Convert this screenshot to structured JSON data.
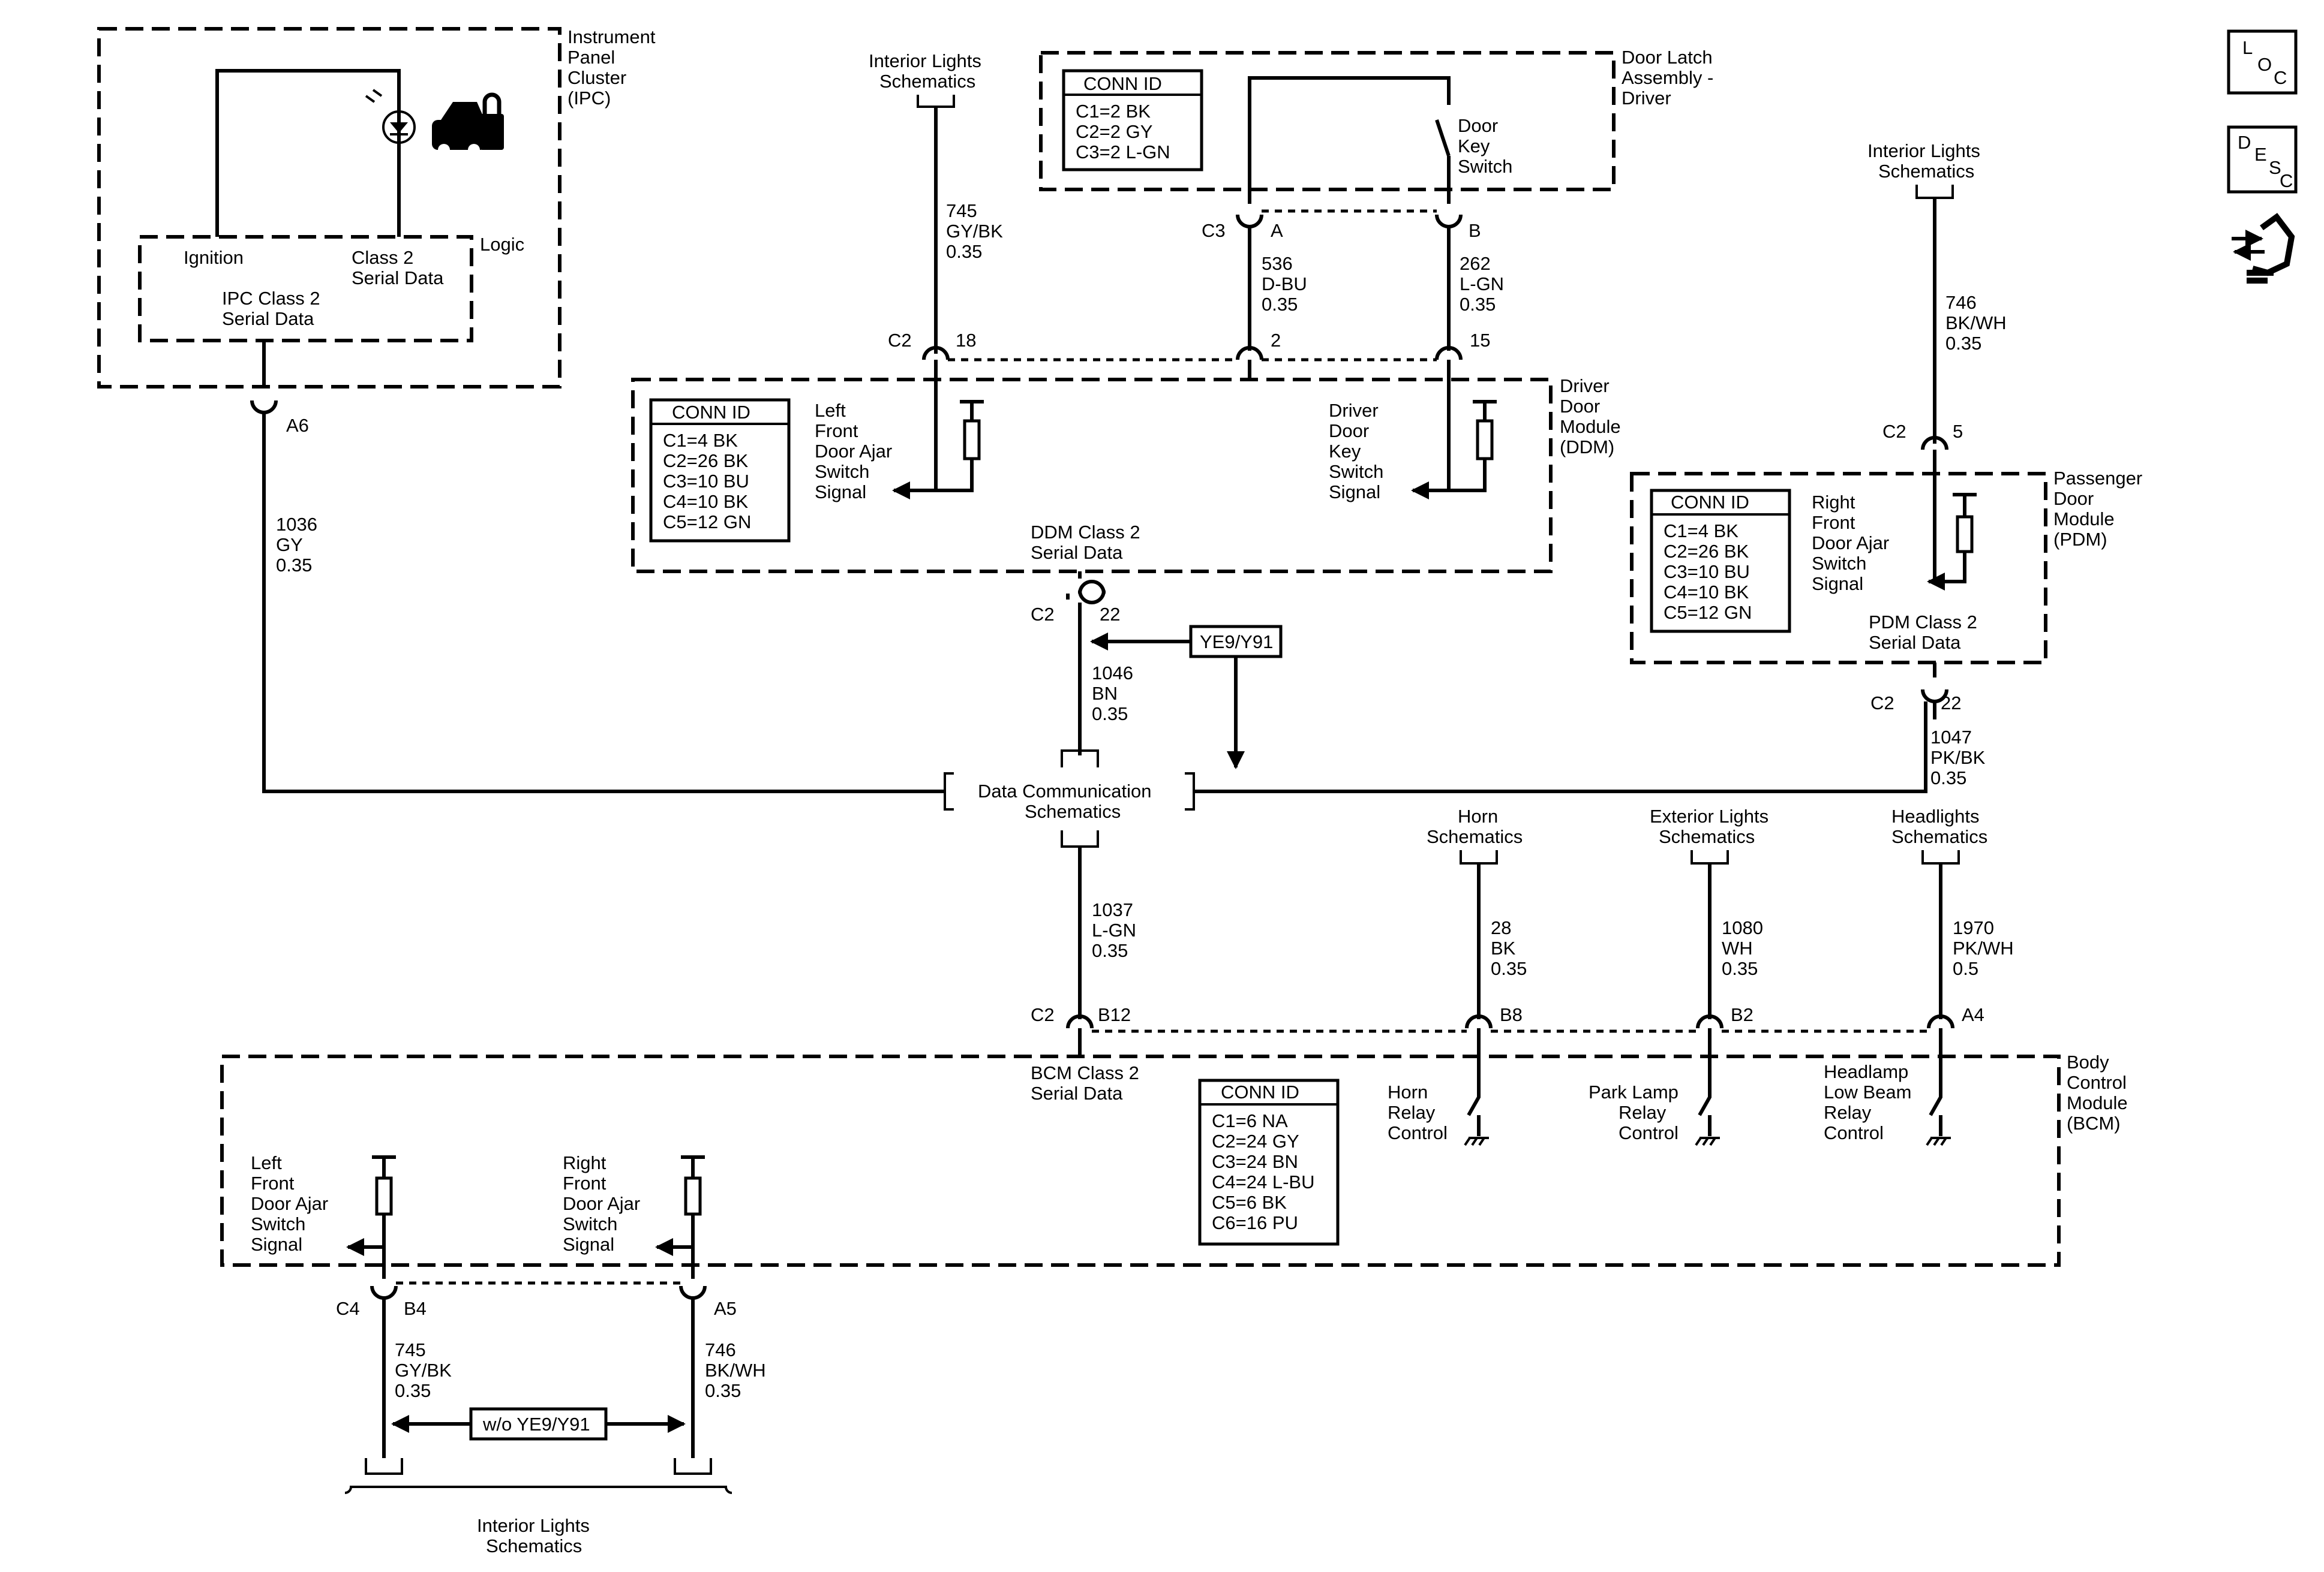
{
  "ipc": {
    "name": [
      "Instrument",
      "Panel",
      "Cluster",
      "(IPC)"
    ],
    "logic": "Logic",
    "ignition": "Ignition",
    "class2": [
      "Class 2",
      "Serial Data"
    ],
    "serial": [
      "IPC Class 2",
      "Serial Data"
    ],
    "pin": "A6",
    "wire": [
      "1036",
      "GY",
      "0.35"
    ]
  },
  "interior_top_left": [
    "Interior Lights",
    "Schematics"
  ],
  "wire_745_top": [
    "745",
    "GY/BK",
    "0.35"
  ],
  "door_latch": {
    "name": [
      "Door Latch",
      "Assembly -",
      "Driver"
    ],
    "conn_title": "CONN ID",
    "conn": [
      "C1=2 BK",
      "C2=2 GY",
      "C3=2 L-GN"
    ],
    "switch": [
      "Door",
      "Key",
      "Switch"
    ],
    "c3": "C3",
    "pin_a": "A",
    "pin_b": "B"
  },
  "wire_536": [
    "536",
    "D-BU",
    "0.35"
  ],
  "wire_262": [
    "262",
    "L-GN",
    "0.35"
  ],
  "ddm": {
    "name": [
      "Driver",
      "Door",
      "Module",
      "(DDM)"
    ],
    "conn_title": "CONN ID",
    "conn": [
      "C1=4 BK",
      "C2=26 BK",
      "C3=10 BU",
      "C4=10 BK",
      "C5=12 GN"
    ],
    "left_signal": [
      "Left",
      "Front",
      "Door Ajar",
      "Switch",
      "Signal"
    ],
    "key_signal": [
      "Driver",
      "Door",
      "Key",
      "Switch",
      "Signal"
    ],
    "serial": [
      "DDM Class 2",
      "Serial Data"
    ],
    "c2": "C2",
    "pin18": "18",
    "pin2": "2",
    "pin15": "15",
    "c2b": "C2",
    "pin22": "22"
  },
  "wire_1046": [
    "1046",
    "BN",
    "0.35"
  ],
  "option_ye9": "YE9/Y91",
  "data_comm": [
    "Data Communication",
    "Schematics"
  ],
  "interior_top_right": [
    "Interior Lights",
    "Schematics"
  ],
  "wire_746_top": [
    "746",
    "BK/WH",
    "0.35"
  ],
  "pdm": {
    "name": [
      "Passenger",
      "Door",
      "Module",
      "(PDM)"
    ],
    "conn_title": "CONN ID",
    "conn": [
      "C1=4 BK",
      "C2=26 BK",
      "C3=10 BU",
      "C4=10 BK",
      "C5=12 GN"
    ],
    "signal": [
      "Right",
      "Front",
      "Door Ajar",
      "Switch",
      "Signal"
    ],
    "serial": [
      "PDM Class 2",
      "Serial Data"
    ],
    "c2": "C2",
    "pin5": "5",
    "c2b": "C2",
    "pin22": "22"
  },
  "wire_1047": [
    "1047",
    "PK/BK",
    "0.35"
  ],
  "wire_1037": [
    "1037",
    "L-GN",
    "0.35"
  ],
  "horn": [
    "Horn",
    "Schematics"
  ],
  "ext": [
    "Exterior Lights",
    "Schematics"
  ],
  "head": [
    "Headlights",
    "Schematics"
  ],
  "wire_28": [
    "28",
    "BK",
    "0.35"
  ],
  "wire_1080": [
    "1080",
    "WH",
    "0.35"
  ],
  "wire_1970": [
    "1970",
    "PK/WH",
    "0.5"
  ],
  "bcm": {
    "name": [
      "Body",
      "Control",
      "Module",
      "(BCM)"
    ],
    "c2": "C2",
    "b12": "B12",
    "b8": "B8",
    "b2": "B2",
    "a4": "A4",
    "serial": [
      "BCM Class 2",
      "Serial Data"
    ],
    "conn_title": "CONN ID",
    "conn": [
      "C1=6 NA",
      "C2=24 GY",
      "C3=24 BN",
      "C4=24 L-BU",
      "C5=6 BK",
      "C6=16 PU"
    ],
    "horn_relay": [
      "Horn",
      "Relay",
      "Control"
    ],
    "park_relay": [
      "Park Lamp",
      "Relay",
      "Control"
    ],
    "head_relay": [
      "Headlamp",
      "Low Beam",
      "Relay",
      "Control"
    ],
    "lf_signal": [
      "Left",
      "Front",
      "Door Ajar",
      "Switch",
      "Signal"
    ],
    "rf_signal": [
      "Right",
      "Front",
      "Door Ajar",
      "Switch",
      "Signal"
    ],
    "c4": "C4",
    "b4": "B4",
    "a5": "A5"
  },
  "wire_745_bot": [
    "745",
    "GY/BK",
    "0.35"
  ],
  "wire_746_bot": [
    "746",
    "BK/WH",
    "0.35"
  ],
  "option_wo": "w/o YE9/Y91",
  "interior_bottom": [
    "Interior Lights",
    "Schematics"
  ],
  "nav": {
    "loc": [
      "L",
      "O",
      "C"
    ],
    "desc": [
      "D",
      "E",
      "S",
      "C"
    ]
  }
}
